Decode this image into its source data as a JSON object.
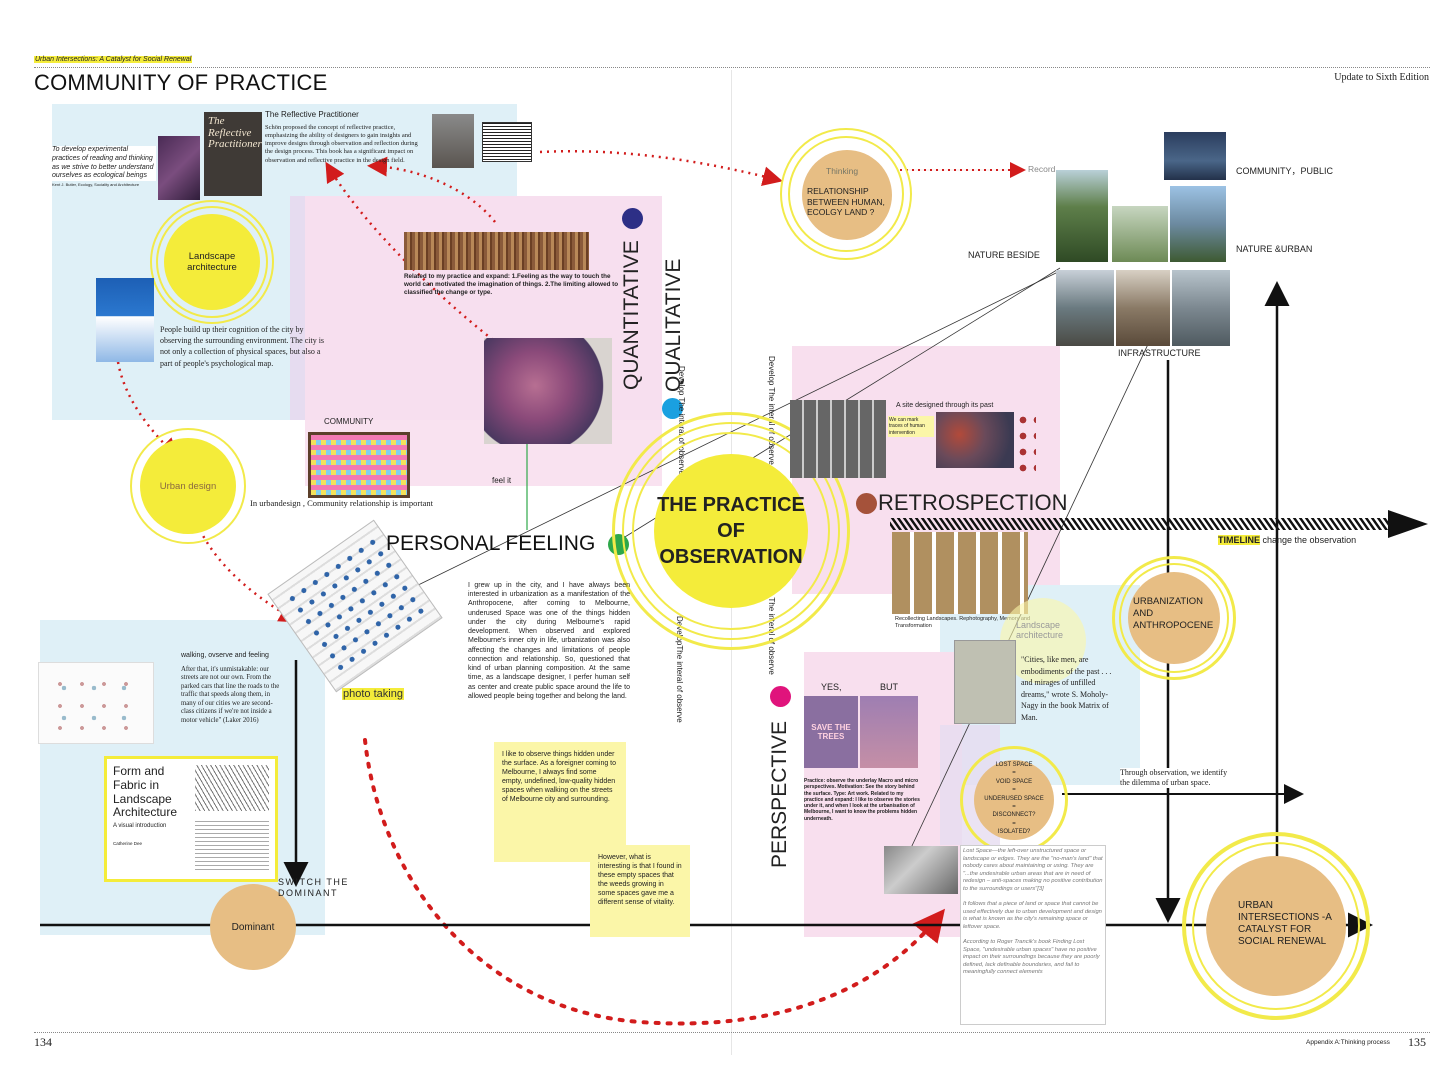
{
  "header": {
    "book_title": "Urban Intersections: A Catalyst for Social Renewal",
    "section_title": "COMMUNITY OF PRACTICE",
    "edition": "Update to Sixth Edition"
  },
  "footer": {
    "left_page": "134",
    "right_label": "Appendix A:Thinking process",
    "right_page": "135"
  },
  "colors": {
    "light_blue": "#dff0f7",
    "pink": "#f8dfee",
    "lavender": "#e6dcf0",
    "yellow_circle": "#f4ec3a",
    "tan_circle": "#e7be84",
    "red_dots": "#d21c1c",
    "navy_dot": "#2d2f86",
    "cyan_dot": "#1aa0e0",
    "green_dot": "#2ea84a",
    "magenta_dot": "#e0147c",
    "brown_dot": "#a5523a"
  },
  "reflective": {
    "heading": "The Reflective Practitioner",
    "book_cover_title": "The Reflective Practitioner",
    "body": "Schön proposed the concept of reflective practice, emphasizing the ability of designers to gain insights and improve designs through observation and reflection during the design process. This book has a significant impact on observation and reflective practice in the design field.",
    "quote": "To develop experimental practices of reading and thinking as we strive to better understand ourselves as ecological beings",
    "quote_source": "Kent J. Butler, Ecology, Sociality and Architecture"
  },
  "circles": {
    "landscape_architecture": "Landscape architecture",
    "urban_design": "Urban design",
    "dominant": "Dominant",
    "thinking": "Thinking",
    "relationship": "RELATIONSHIP BETWEEN HUMAN, ECOLGY LAND ?",
    "center_title": "THE PRACTICE OF OBSERVATION",
    "urbanization": "URBANIZATION AND ANTHROPOCENE",
    "urban_intersections": "URBAN INTERSECTIONS -A CATALYST FOR SOCIAL RENEWAL",
    "landscape_arch_faded": "Landscape architecture"
  },
  "left_texts": {
    "city_cognition": "People build up their cognition of the city by observing the surrounding environment. The city is not only a collection of physical spaces, but also a part of people's psychological map.",
    "community_label": "COMMUNITY",
    "feel_it": "feel it",
    "urbandesign_note": "In urbandesign , Community relationship is important",
    "reeds_caption": "Related to my practice and expand: 1.Feeling as the way to touch the world can motivated the imagination of things. 2.The limiting allowed to classified the change or type.",
    "photo_taking": "photo taking",
    "walking_heading": "walking, ovserve and feeling",
    "walking_body": "After that, it's unmistakable: our streets are not our own. From the parked cars that line the roads to the traffic that speeds along them, in many of our cities we are second-class citizens if we're not inside a motor vehicle\" (Laker 2016)",
    "form_fabric_title": "Form and Fabric in Landscape Architecture",
    "form_fabric_sub": "A visual introduction",
    "form_fabric_author": "Catherine Dee",
    "switch": "SWITCH THE DOMINANT"
  },
  "axes": {
    "quantitative": "QUANTITATIVE",
    "qualitative": "QUALITATIVE",
    "personal_feeling": "PERSONAL FEELING",
    "perspective": "PERSPECTIVE",
    "retrospection": "RETROSPECTION",
    "develop_1": "Develop The interal of observe",
    "develop_2": "Develop The interal of observe",
    "develop_3": "Develop The interal of observe",
    "develop_4": "DevelopThe interal of observe",
    "timeline": "TIMELINE",
    "timeline_rest": "change the observation"
  },
  "center_story": {
    "paragraph": "I grew up in the city, and I have always been interested in urbanization as a manifestation of the Anthropocene, after coming to Melbourne, underused Space was one of the things hidden under the city during Melbourne's rapid development. When observed and explored Melbourne's inner city in life, urbanization was also affecting the changes and limitations of people connection and relationship. So, questioned that kind of urban planning composition. At the same time, as a landscape designer, I perfer human self as center and create public space around the life to allowed people being together and belong the land.",
    "note1": "I like to observe things hidden under the surface. As a foreigner coming to Melbourne, I always find some empty, undefined, low-quality hidden spaces when walking on the streets of Melbourne city and surrounding.",
    "note2": "However, what is interesting is that I found in these empty spaces that the weeds growing in some spaces gave me a different sense of vitality."
  },
  "right_texts": {
    "record": "Record",
    "community_public": "COMMUNITY，PUBLIC",
    "nature_beside": "NATURE BESIDE",
    "nature_urban": "NATURE &URBAN",
    "infrastructure": "INFRASTRUCTURE",
    "site_designed": "A site designed through its past",
    "site_note": "We can mark traces of human intervention",
    "recollecting": "Recollecting Landscapes. Rephotography, Memory and Transformation",
    "yes": "YES,",
    "but": "BUT",
    "save_trees": "SAVE THE TREES",
    "practice_caption": "Practice: observe the underlay Macro and micro perspectives. Motivation: See the story behind the surface. Type: Art work. Related to my practice and expand: I like to observe the stories under it, and when I look at the urbanisation of Melbourne, I want to know the problems hidden underneath.",
    "cities_quote": "\"Cities, like men, are embodiments of the past . . . and mirages of unfilled dreams,\" wrote S. Moholy-Nagy in the book Matrix of Man.",
    "through_observation": "Through observation, we identify the dilemma of urban space.",
    "lost_space_items": [
      "LOST SPACE",
      "=",
      "VOID SPACE",
      "=",
      "UNDERUSED SPACE",
      "=",
      "DISCONNECT?",
      "=",
      "ISOLATED?"
    ],
    "lost_space_def": "Lost Space—the left-over unstructured space or landscape or edges. They are the \"no-man's land\" that nobody cares about maintaining or using. They are \"...the undesirable urban areas that are in need of redesign – anti-spaces making no positive contribution to the surroundings or users\"[3]",
    "lost_space_p2": "It follows that a piece of land or space that cannot be used effectively due to urban development and design is what is known as the city's remaining space or leftover space.",
    "trancik": "According to Roger Trancik's book Finding Lost Space, \"undesirable urban spaces\" have no positive impact on their surroundings because they are poorly defined, lack definable boundaries, and fail to meaningfully connect elements"
  }
}
